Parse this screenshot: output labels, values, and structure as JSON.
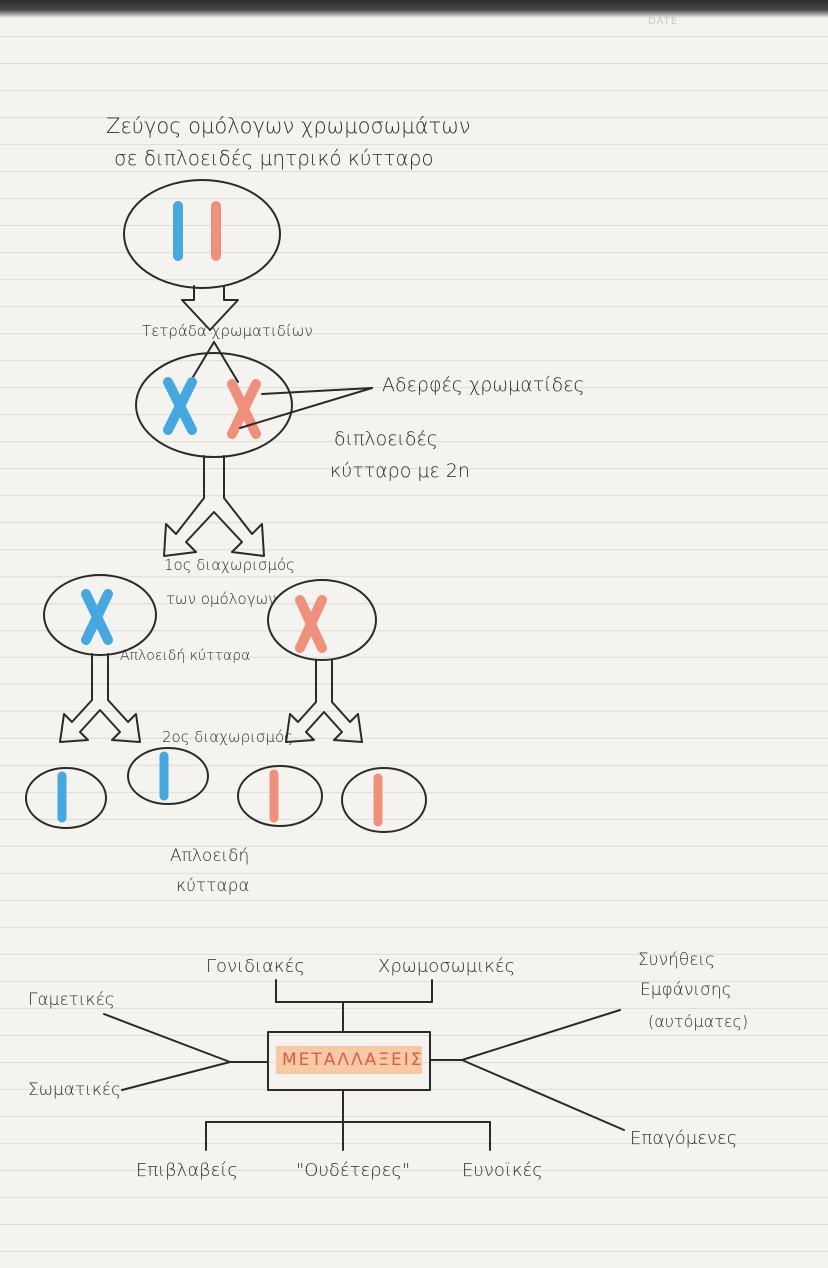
{
  "meiosis": {
    "title_line1": "Ζεύγος ομόλογων χρωμοσωμάτων",
    "title_line2": "σε διπλοειδές μητρικό κύτταρο",
    "tetrad_label": "Τετράδα χρωματιδίων",
    "sister_chromatids_label": "Αδερφές χρωματίδες",
    "diploid_line1": "διπλοειδές",
    "diploid_line2": "κύτταρο με 2n",
    "first_separation_line1": "1ος διαχωρισμός",
    "first_separation_line2": "των ομόλογων",
    "haploid_cells_inline": "Απλοειδή κύτταρα",
    "second_separation": "2ος διαχωρισμός",
    "haploid_line1": "Απλοειδή",
    "haploid_line2": "κύτταρα"
  },
  "mutations": {
    "center": "ΜΕΤΑΛΛΑΞΕΙΣ",
    "top_left": "Γονιδιακές",
    "top_right": "Χρωμοσωμικές",
    "left_top": "Γαμετικές",
    "left_bottom": "Σωματικές",
    "right_top_line1": "Συνήθεις",
    "right_top_line2": "Εμφάνισης",
    "right_top_line3": "(αυτόματες)",
    "right_bottom": "Επαγόμενες",
    "bottom_left": "Επιβλαβείς",
    "bottom_middle": "\"Ουδέτερες\"",
    "bottom_right": "Ευνοϊκές"
  },
  "colors": {
    "blue_chromosome": "#45a8e0",
    "salmon_chromosome": "#f0907a",
    "ink": "#2a2a2a",
    "highlight": "#f7c9a4",
    "center_text": "#e05a4a"
  }
}
